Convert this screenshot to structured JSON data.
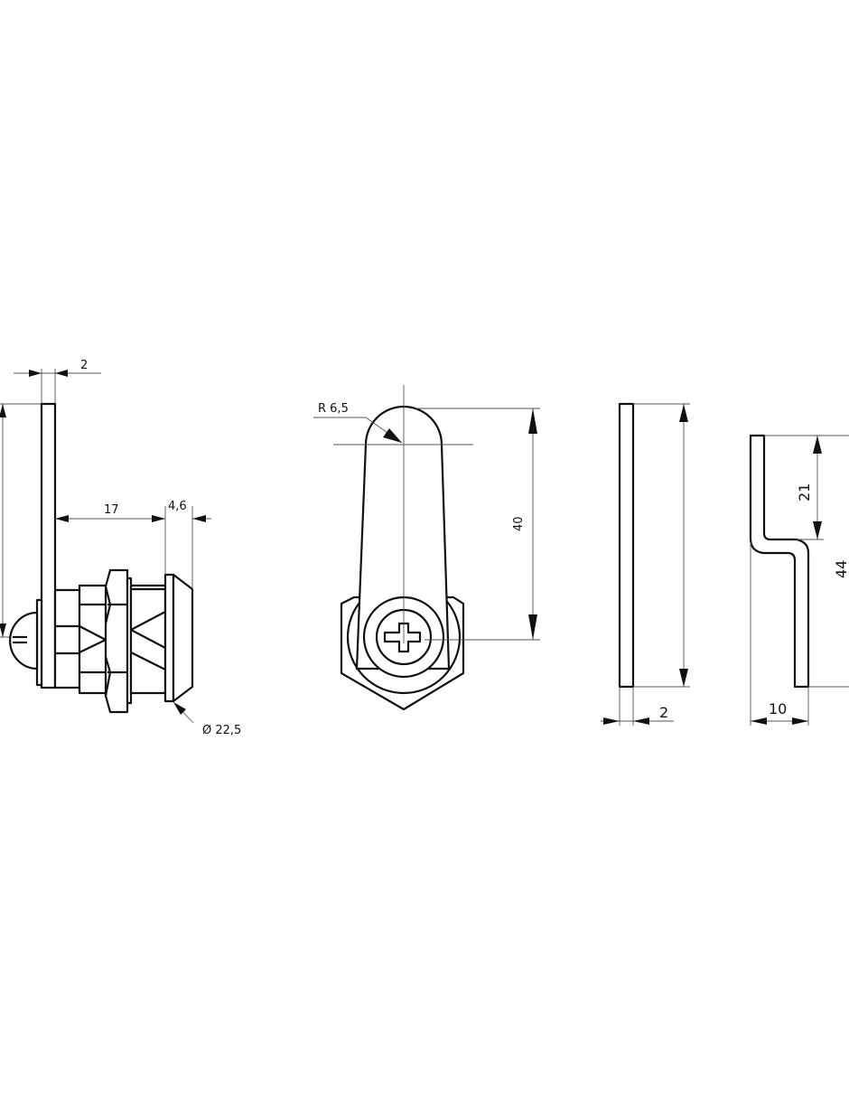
{
  "drawing": {
    "side_view": {
      "lever_thickness": "2",
      "body_length": "17",
      "face_depth": "4,6",
      "face_diameter": "Ø 22,5"
    },
    "front_view": {
      "radius": "R 6,5",
      "length": "40"
    },
    "straight_lever": {
      "thickness": "2"
    },
    "cranked_lever": {
      "offset_height": "21",
      "total_height": "44",
      "offset": "10"
    }
  }
}
